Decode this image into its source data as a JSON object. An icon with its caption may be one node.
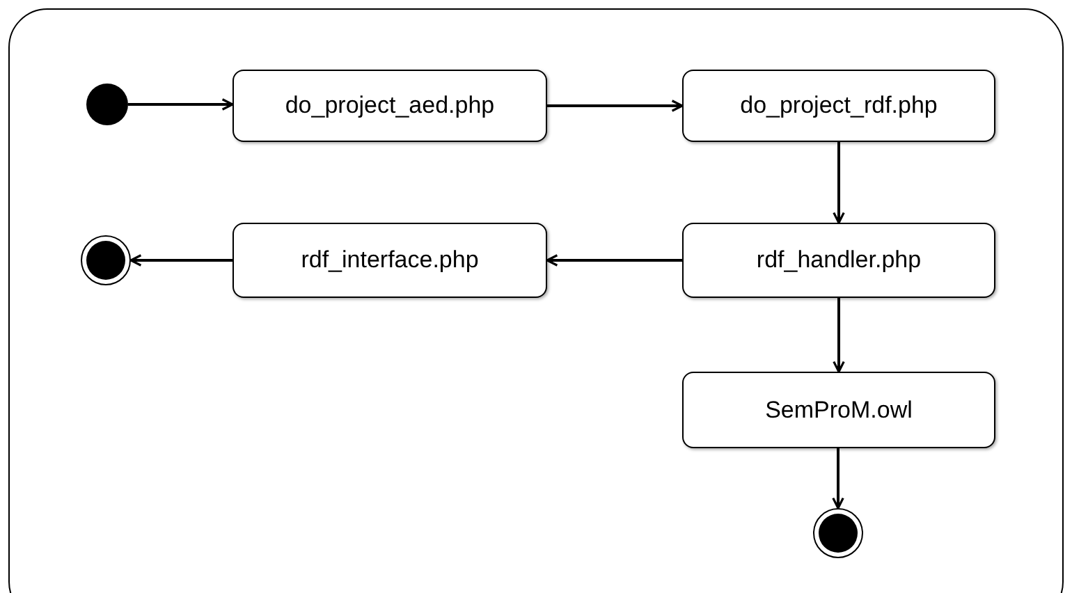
{
  "diagram": {
    "nodes": [
      {
        "text": [],
        "shape": "box"
      },
      {
        "text": [],
        "shape": "circle",
        "in": 0
      },
      {
        "text": [
          "do_project_aed.php"
        ],
        "in": 0
      },
      {
        "text": [
          "do_project_rdf.php"
        ],
        "in": 0
      },
      {
        "text": [],
        "shape": "bullseye",
        "in": 0
      },
      {
        "text": [
          "rdf_interface.php"
        ],
        "in": 0
      },
      {
        "text": [
          "rdf_handler.php"
        ],
        "in": 0
      },
      {
        "text": [
          "SemProM.owl"
        ],
        "in": 0
      },
      {
        "text": [],
        "shape": "bullseye",
        "in": 0
      }
    ],
    "edges": [
      {
        "from": 1,
        "to": 2,
        "arrow": "to"
      },
      {
        "from": 2,
        "to": 3,
        "arrow": "to"
      },
      {
        "from": 3,
        "to": 6,
        "arrow": "to"
      },
      {
        "from": 6,
        "to": 5,
        "arrow": "to"
      },
      {
        "from": 5,
        "to": 4,
        "arrow": "to"
      },
      {
        "from": 6,
        "to": 7,
        "arrow": "to"
      },
      {
        "from": 7,
        "to": 8,
        "arrow": "to"
      }
    ]
  }
}
